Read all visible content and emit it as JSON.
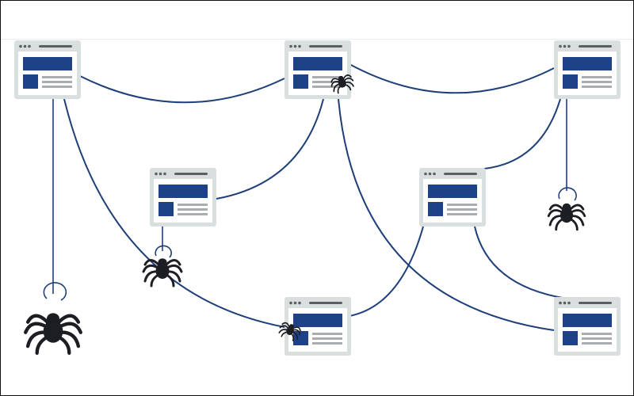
{
  "colors": {
    "frame": "#d9dede",
    "panel": "#ffffff",
    "accent": "#1e4287",
    "text_line": "#a9adb0",
    "dot": "#5a5f63",
    "link": "#1e3f7a",
    "spider": "#1d1d24"
  },
  "icons": {
    "page": "browser-window-icon",
    "crawler": "spider-icon"
  },
  "pages": [
    {
      "id": "page-top-left"
    },
    {
      "id": "page-top-center"
    },
    {
      "id": "page-top-right"
    },
    {
      "id": "page-middle-left"
    },
    {
      "id": "page-middle-right"
    },
    {
      "id": "page-bottom-center"
    },
    {
      "id": "page-bottom-right"
    }
  ],
  "links": [
    {
      "from": "page-top-left",
      "to": "page-top-center"
    },
    {
      "from": "page-top-center",
      "to": "page-top-right"
    },
    {
      "from": "page-top-left",
      "to": "page-bottom-center"
    },
    {
      "from": "page-top-center",
      "to": "page-middle-left"
    },
    {
      "from": "page-top-center",
      "to": "page-bottom-right"
    },
    {
      "from": "page-top-right",
      "to": "page-middle-right"
    },
    {
      "from": "page-middle-right",
      "to": "page-bottom-center"
    },
    {
      "from": "page-middle-right",
      "to": "page-bottom-right"
    }
  ],
  "spiders": [
    {
      "id": "spider-hanging-top-left"
    },
    {
      "id": "spider-on-top-center"
    },
    {
      "id": "spider-hanging-top-right"
    },
    {
      "id": "spider-hanging-middle-left"
    },
    {
      "id": "spider-on-bottom-center"
    }
  ]
}
